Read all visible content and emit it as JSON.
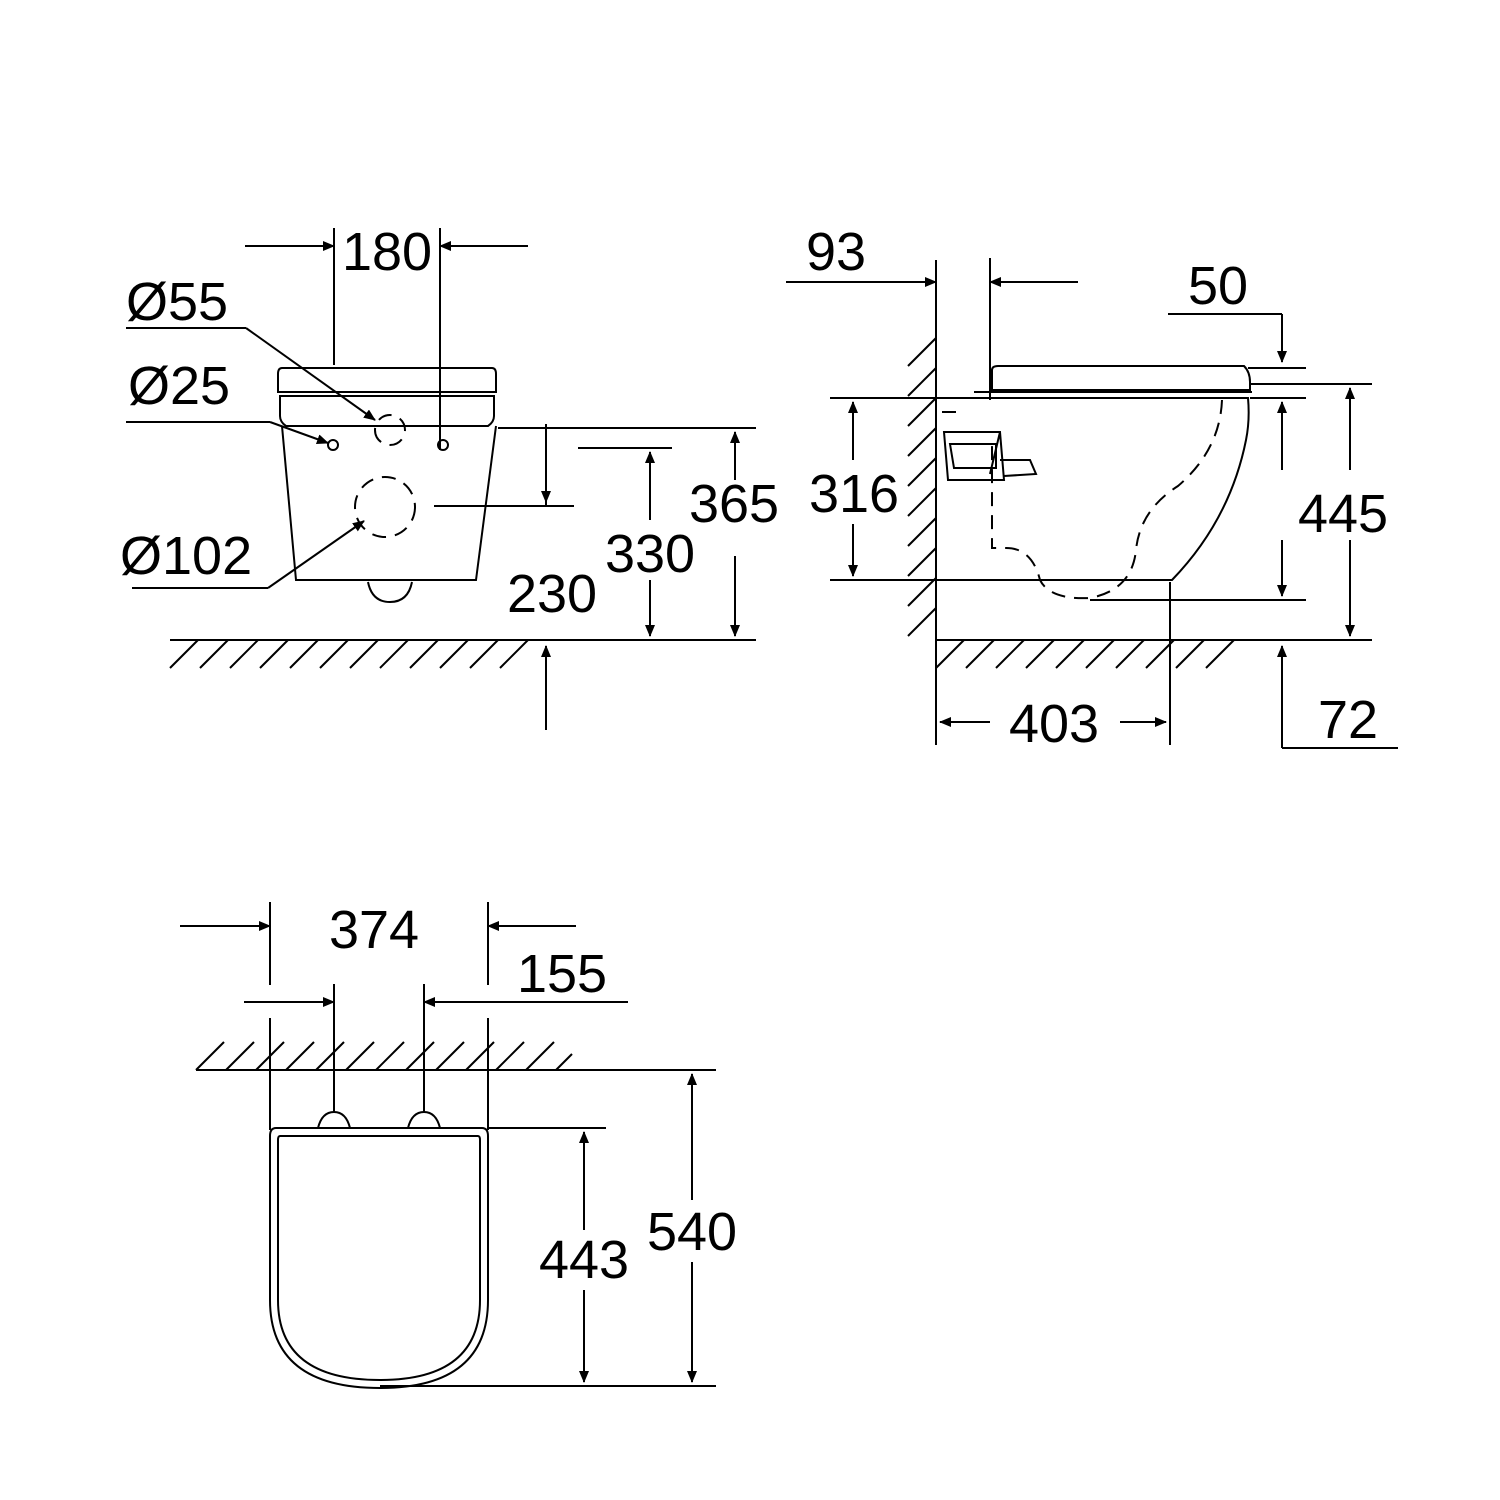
{
  "front_view": {
    "width_180": "180",
    "dia_55": "Ø55",
    "dia_25": "Ø25",
    "dia_102": "Ø102",
    "height_365": "365",
    "height_330": "330",
    "height_230": "230"
  },
  "side_view": {
    "depth_93": "93",
    "seat_50": "50",
    "height_316": "316",
    "height_445": "445",
    "length_403": "403",
    "offset_72": "72"
  },
  "top_view": {
    "width_374": "374",
    "spacing_155": "155",
    "length_443": "443",
    "length_540": "540"
  }
}
